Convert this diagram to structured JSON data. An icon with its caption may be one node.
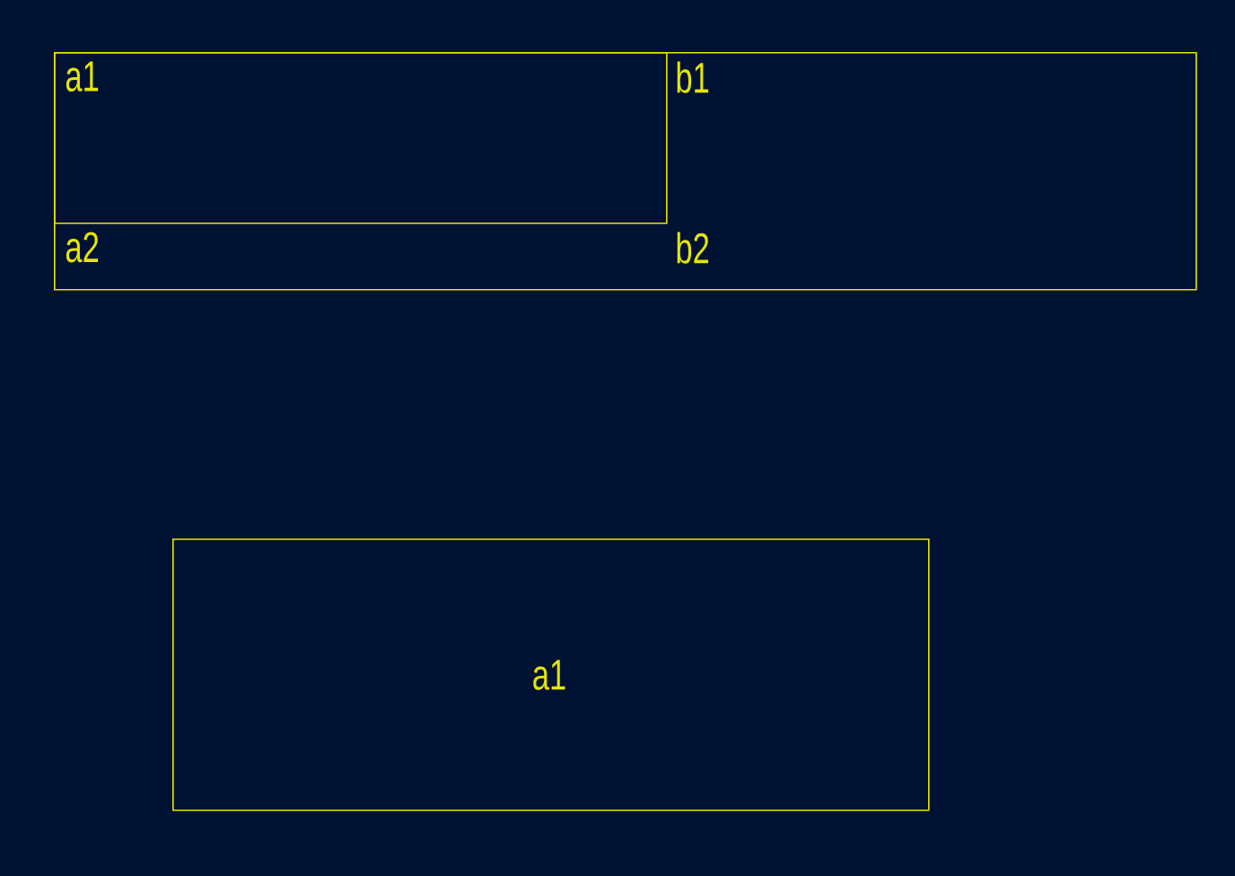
{
  "diagram": {
    "nodes": [
      {
        "text": [
          "b1",
          "a2",
          "b2"
        ]
      },
      {
        "text": [
          "a1"
        ],
        "in": 0
      },
      {
        "text": [
          "a1"
        ]
      }
    ]
  }
}
